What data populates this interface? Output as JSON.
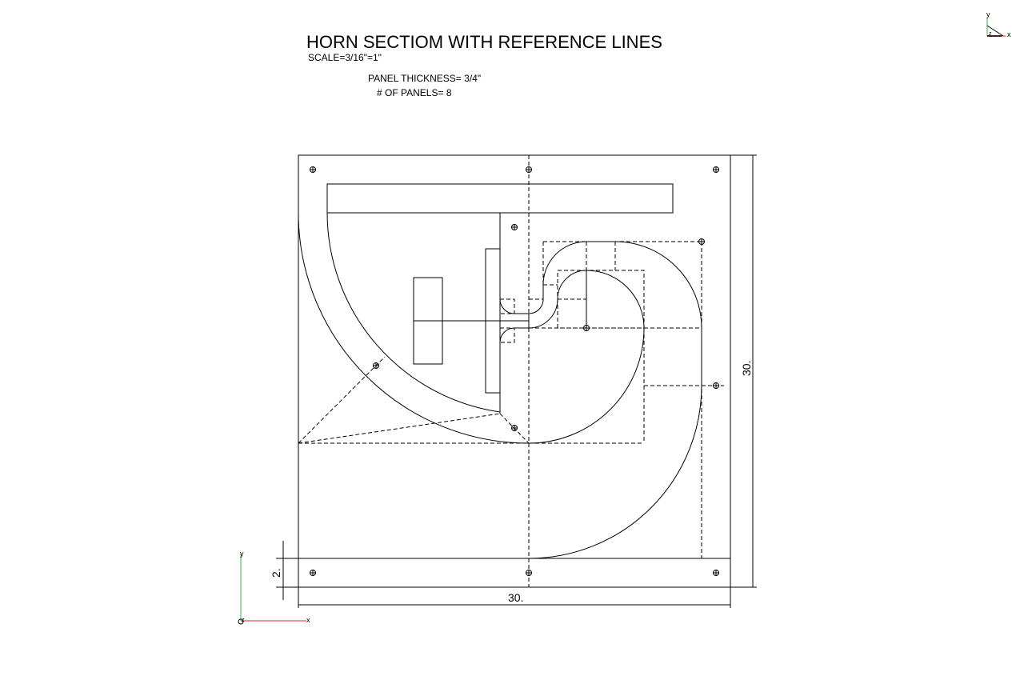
{
  "title": "HORN SECTIOM WITH REFERENCE LINES",
  "scale": "SCALE=3/16\"=1\"",
  "panel_thickness": "PANEL THICKNESS= 3/4\"",
  "panel_count": "# OF PANELS= 8",
  "dimensions": {
    "width": "30.",
    "height": "30.",
    "base": "2."
  },
  "axes": {
    "x": "x",
    "y": "y",
    "z": "z",
    "x_color": "#e02020",
    "y_color": "#40b040",
    "z_color": "#2030c0"
  }
}
